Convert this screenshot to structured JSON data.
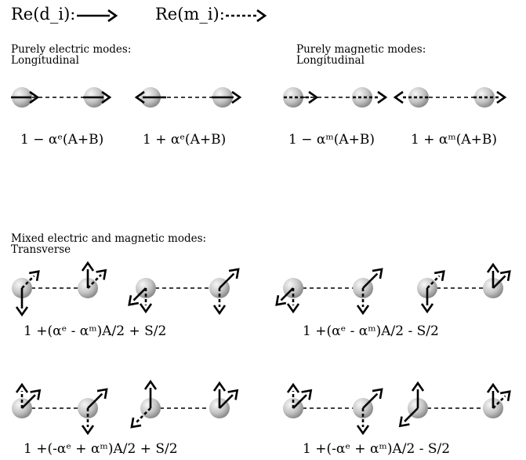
{
  "legend": {
    "electric_label": "Re(d_i):",
    "magnetic_label": "Re(m_i):"
  },
  "sections": {
    "electric": {
      "title": "Purely electric modes:",
      "subtitle": "Longitudinal"
    },
    "magnetic": {
      "title": "Purely magnetic modes:",
      "subtitle": "Longitudinal"
    },
    "mixed": {
      "title": "Mixed electric and magnetic modes:",
      "subtitle": "Transverse"
    }
  },
  "equations": {
    "e1": "1 − αᵉ(A+B)",
    "e2": "1 + αᵉ(A+B)",
    "m1": "1 − αᵐ(A+B)",
    "m2": "1 + αᵐ(A+B)",
    "t1": "1 +(αᵉ - αᵐ)A/2  + S/2",
    "t2": "1 +(αᵉ - αᵐ)A/2  - S/2",
    "t3": "1 +(-αᵉ + αᵐ)A/2  + S/2",
    "t4": "1 +(-αᵉ + αᵐ)A/2  - S/2"
  },
  "colors": {
    "ink": "#000000",
    "sphere_light": "#f2f2f2",
    "sphere_dark": "#8a8a8a"
  }
}
